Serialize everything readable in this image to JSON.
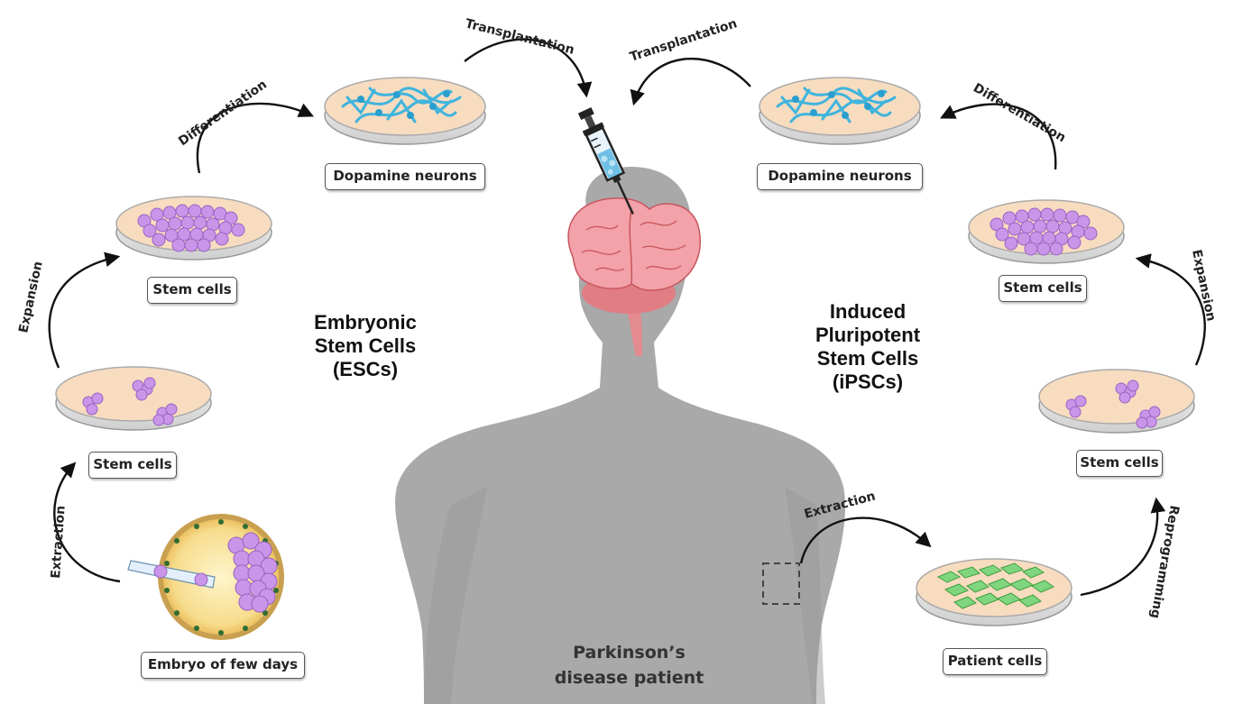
{
  "process_steps": {
    "transplantation_left": "Transplantation",
    "transplantation_right": "Transplantation",
    "differentiation_left": "Differentiation",
    "differentiation_right": "Differentiation",
    "expansion_left": "Expansion",
    "expansion_right": "Expansion",
    "extraction_left": "Extraction",
    "extraction_right": "Extraction",
    "reprogramming": "Reprogramming"
  },
  "dish_labels": {
    "dopamine_left": "Dopamine neurons",
    "dopamine_right": "Dopamine neurons",
    "stem_left_upper": "Stem cells",
    "stem_left_lower": "Stem cells",
    "stem_right_upper": "Stem cells",
    "stem_right_lower": "Stem cells",
    "embryo": "Embryo of few days",
    "patient_cells": "Patient cells"
  },
  "headings": {
    "esc": [
      "Embryonic",
      "Stem Cells",
      "(ESCs)"
    ],
    "ipsc": [
      "Induced",
      "Pluripotent",
      "Stem Cells",
      "(iPSCs)"
    ],
    "patient": [
      "Parkinson’s",
      "disease patient"
    ]
  },
  "colors": {
    "dish_fill": "#f8dcc0",
    "neuron": "#3fb4dc",
    "stem_cell": "#c995e8",
    "patient_cell": "#7fd67f",
    "silhouette": "#a9a9a9",
    "brain": "#f2a2a8",
    "embryo_zone": "#f3d37c"
  }
}
